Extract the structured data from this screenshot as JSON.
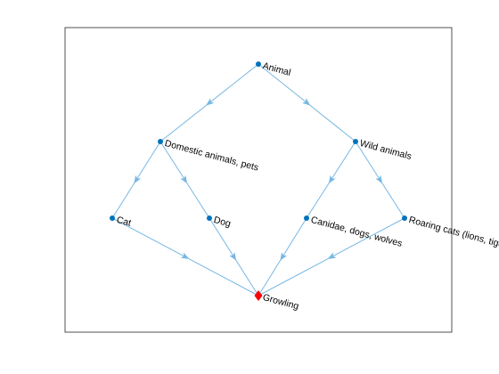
{
  "colors": {
    "node": "#0072bd",
    "edge": "#77b7e3",
    "highlight": "#ff0000",
    "axes": "#262626",
    "background": "#ffffff"
  },
  "graph": {
    "layout": "layered",
    "nodes": [
      {
        "id": "animal",
        "label": "Animal",
        "layer": 0,
        "rank": 0,
        "marker": "dot"
      },
      {
        "id": "domestic",
        "label": "Domestic animals, pets",
        "layer": 1,
        "rank": 0,
        "marker": "dot"
      },
      {
        "id": "wild",
        "label": "Wild animals",
        "layer": 1,
        "rank": 1,
        "marker": "dot"
      },
      {
        "id": "cat",
        "label": "Cat",
        "layer": 2,
        "rank": 0,
        "marker": "dot"
      },
      {
        "id": "dog",
        "label": "Dog",
        "layer": 2,
        "rank": 1,
        "marker": "dot"
      },
      {
        "id": "canidae",
        "label": "Canidae, dogs, wolves",
        "layer": 2,
        "rank": 2,
        "marker": "dot"
      },
      {
        "id": "roaring",
        "label": "Roaring cats (lions, tigers)",
        "layer": 2,
        "rank": 3,
        "marker": "dot"
      },
      {
        "id": "growling",
        "label": "Growling",
        "layer": 3,
        "rank": 0,
        "marker": "diamond",
        "highlighted": true
      }
    ],
    "edges": [
      {
        "from": "animal",
        "to": "domestic"
      },
      {
        "from": "animal",
        "to": "wild"
      },
      {
        "from": "domestic",
        "to": "cat"
      },
      {
        "from": "domestic",
        "to": "dog"
      },
      {
        "from": "wild",
        "to": "canidae"
      },
      {
        "from": "wild",
        "to": "roaring"
      },
      {
        "from": "cat",
        "to": "growling"
      },
      {
        "from": "dog",
        "to": "growling"
      },
      {
        "from": "canidae",
        "to": "growling"
      },
      {
        "from": "roaring",
        "to": "growling"
      }
    ]
  }
}
